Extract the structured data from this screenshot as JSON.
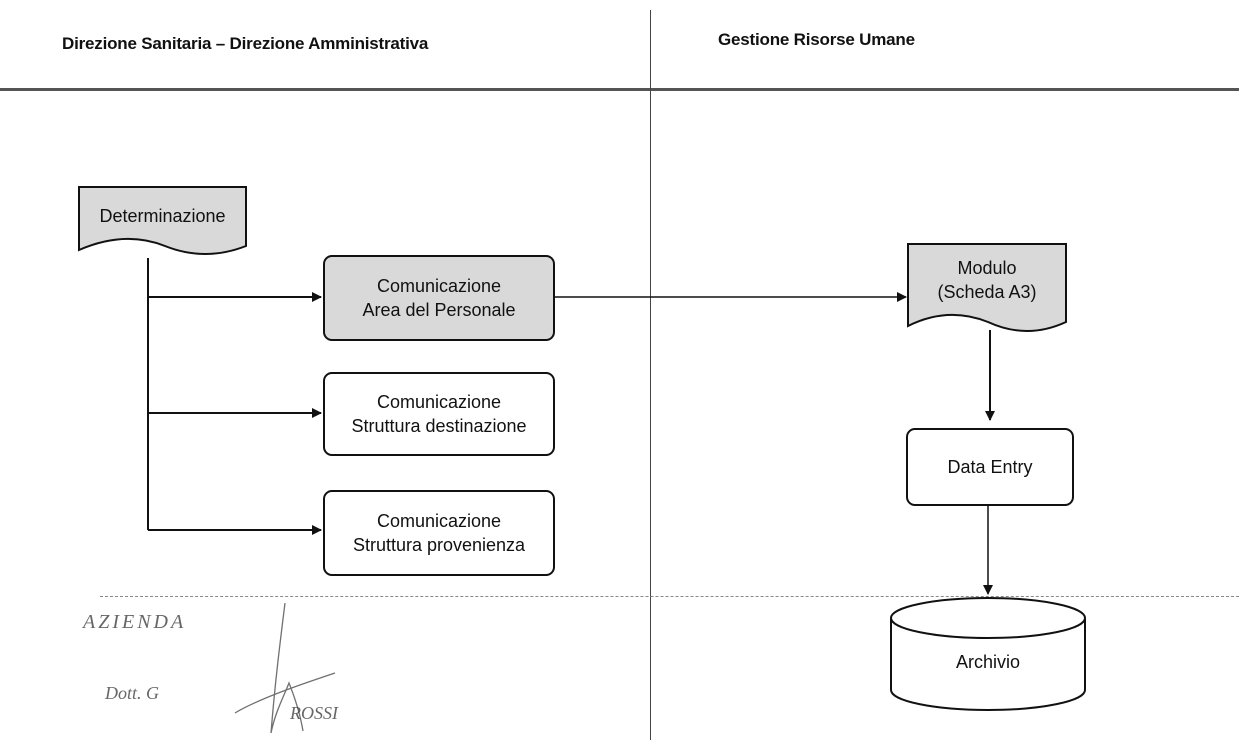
{
  "lanes": {
    "left_title": "Direzione Sanitaria – Direzione Amministrativa",
    "right_title": "Gestione Risorse Umane"
  },
  "nodes": {
    "determinazione": "Determinazione",
    "comunicazione_personale": {
      "line1": "Comunicazione",
      "line2": "Area del Personale"
    },
    "comunicazione_destinazione": {
      "line1": "Comunicazione",
      "line2": "Struttura destinazione"
    },
    "comunicazione_provenienza": {
      "line1": "Comunicazione",
      "line2": "Struttura provenienza"
    },
    "modulo": {
      "line1": "Modulo",
      "line2": "(Scheda A3)"
    },
    "data_entry": "Data Entry",
    "archivio": "Archivio"
  },
  "stamp": {
    "line1": "AZIENDA",
    "line2": "Dott. G",
    "line3": "ROSSI"
  }
}
